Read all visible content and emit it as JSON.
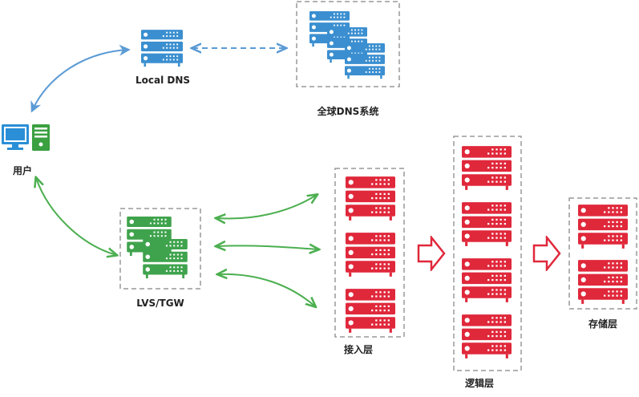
{
  "labels": {
    "local_dns": "Local DNS",
    "global_dns": "全球DNS系统",
    "user": "用户",
    "lvs_tgw": "LVS/TGW",
    "access_layer": "接入层",
    "logic_layer": "逻辑层",
    "storage_layer": "存储层"
  },
  "colors": {
    "blue_server": "#3b8fd0",
    "blue_arrow": "#5b9bd5",
    "green_server": "#3fa34d",
    "green_arrow": "#4caf50",
    "red_server": "#e0283b",
    "group_border": "#999999",
    "computer": "#2a8fd6"
  },
  "icons": {
    "server": "server-rack-icon",
    "computer": "desktop-computer-icon",
    "block_arrow": "hollow-right-arrow-icon"
  }
}
